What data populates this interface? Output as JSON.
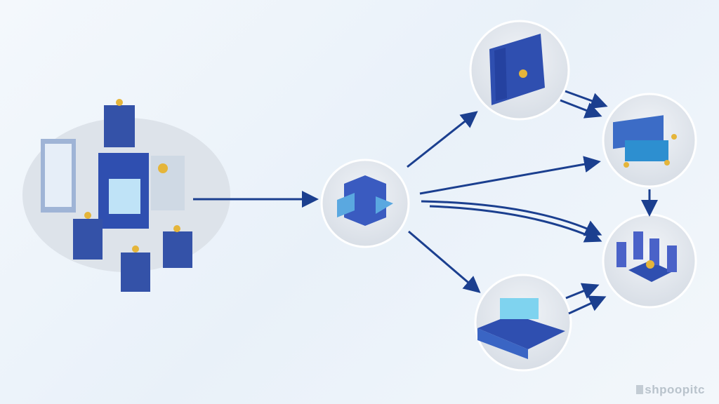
{
  "diagram": {
    "nodes": [
      {
        "id": "source-datacenter",
        "icon": "server-cluster-icon"
      },
      {
        "id": "hub",
        "icon": "cube-hub-icon"
      },
      {
        "id": "storage-device",
        "icon": "storage-box-icon"
      },
      {
        "id": "dashboard-platform",
        "icon": "dashboard-icon"
      },
      {
        "id": "processing-cluster",
        "icon": "processing-nodes-icon"
      },
      {
        "id": "data-platform",
        "icon": "platform-stack-icon"
      }
    ],
    "colors": {
      "arrow": "#1b3f8f",
      "node_dark": "#2f4fb0",
      "node_light": "#5aa8e0",
      "gold": "#e5b53a",
      "circle": "#e3e8ee"
    }
  },
  "watermark": "shpoopitc"
}
